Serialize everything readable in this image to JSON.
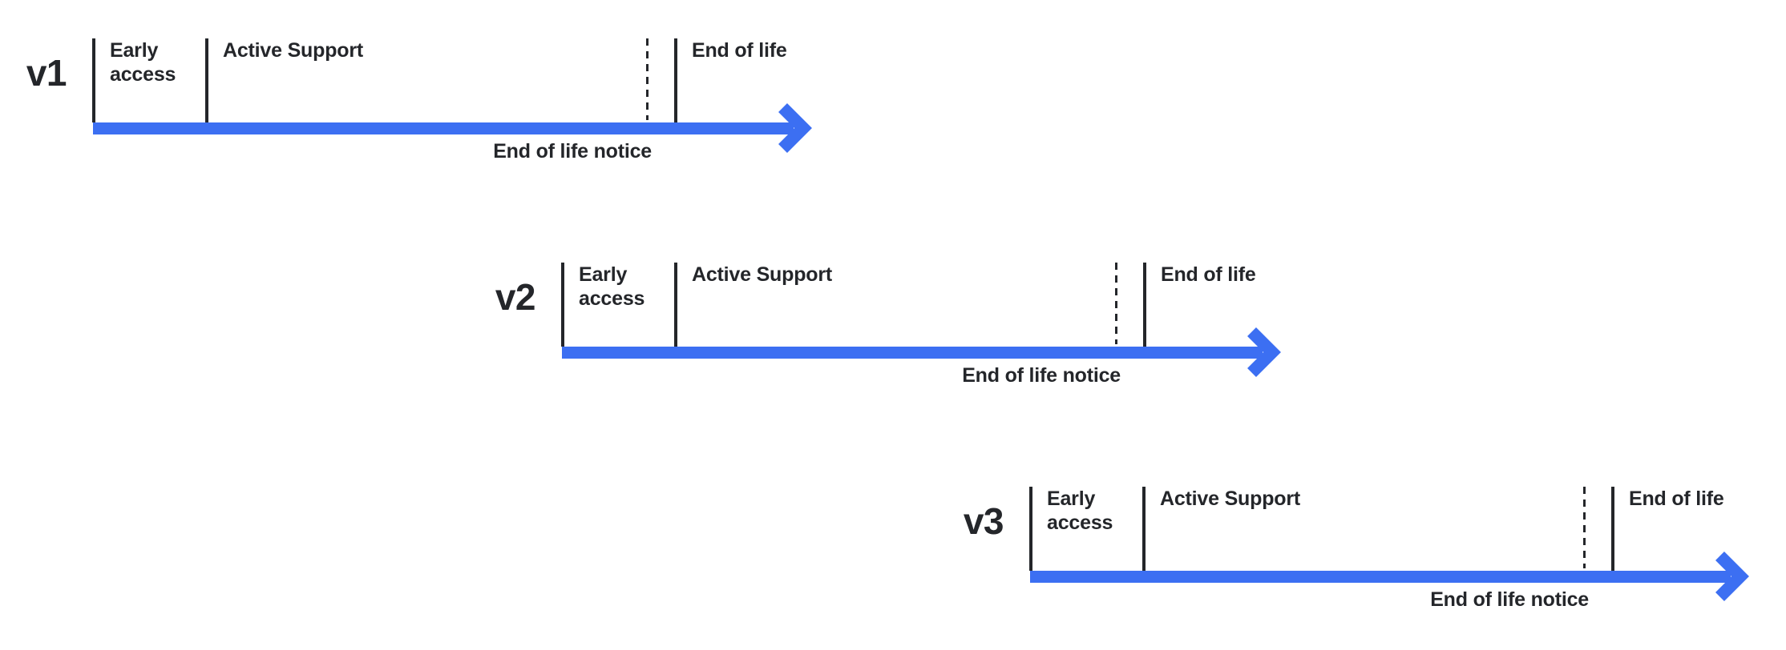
{
  "colors": {
    "accent": "#3C6FF2",
    "ink": "#24262A"
  },
  "timelines": [
    {
      "label": "v1",
      "early_access": "Early access",
      "active_support": "Active Support",
      "end_of_life": "End of life",
      "end_of_life_notice": "End of life notice"
    },
    {
      "label": "v2",
      "early_access": "Early access",
      "active_support": "Active Support",
      "end_of_life": "End of life",
      "end_of_life_notice": "End of life notice"
    },
    {
      "label": "v3",
      "early_access": "Early access",
      "active_support": "Active Support",
      "end_of_life": "End of life",
      "end_of_life_notice": "End of life notice"
    }
  ]
}
